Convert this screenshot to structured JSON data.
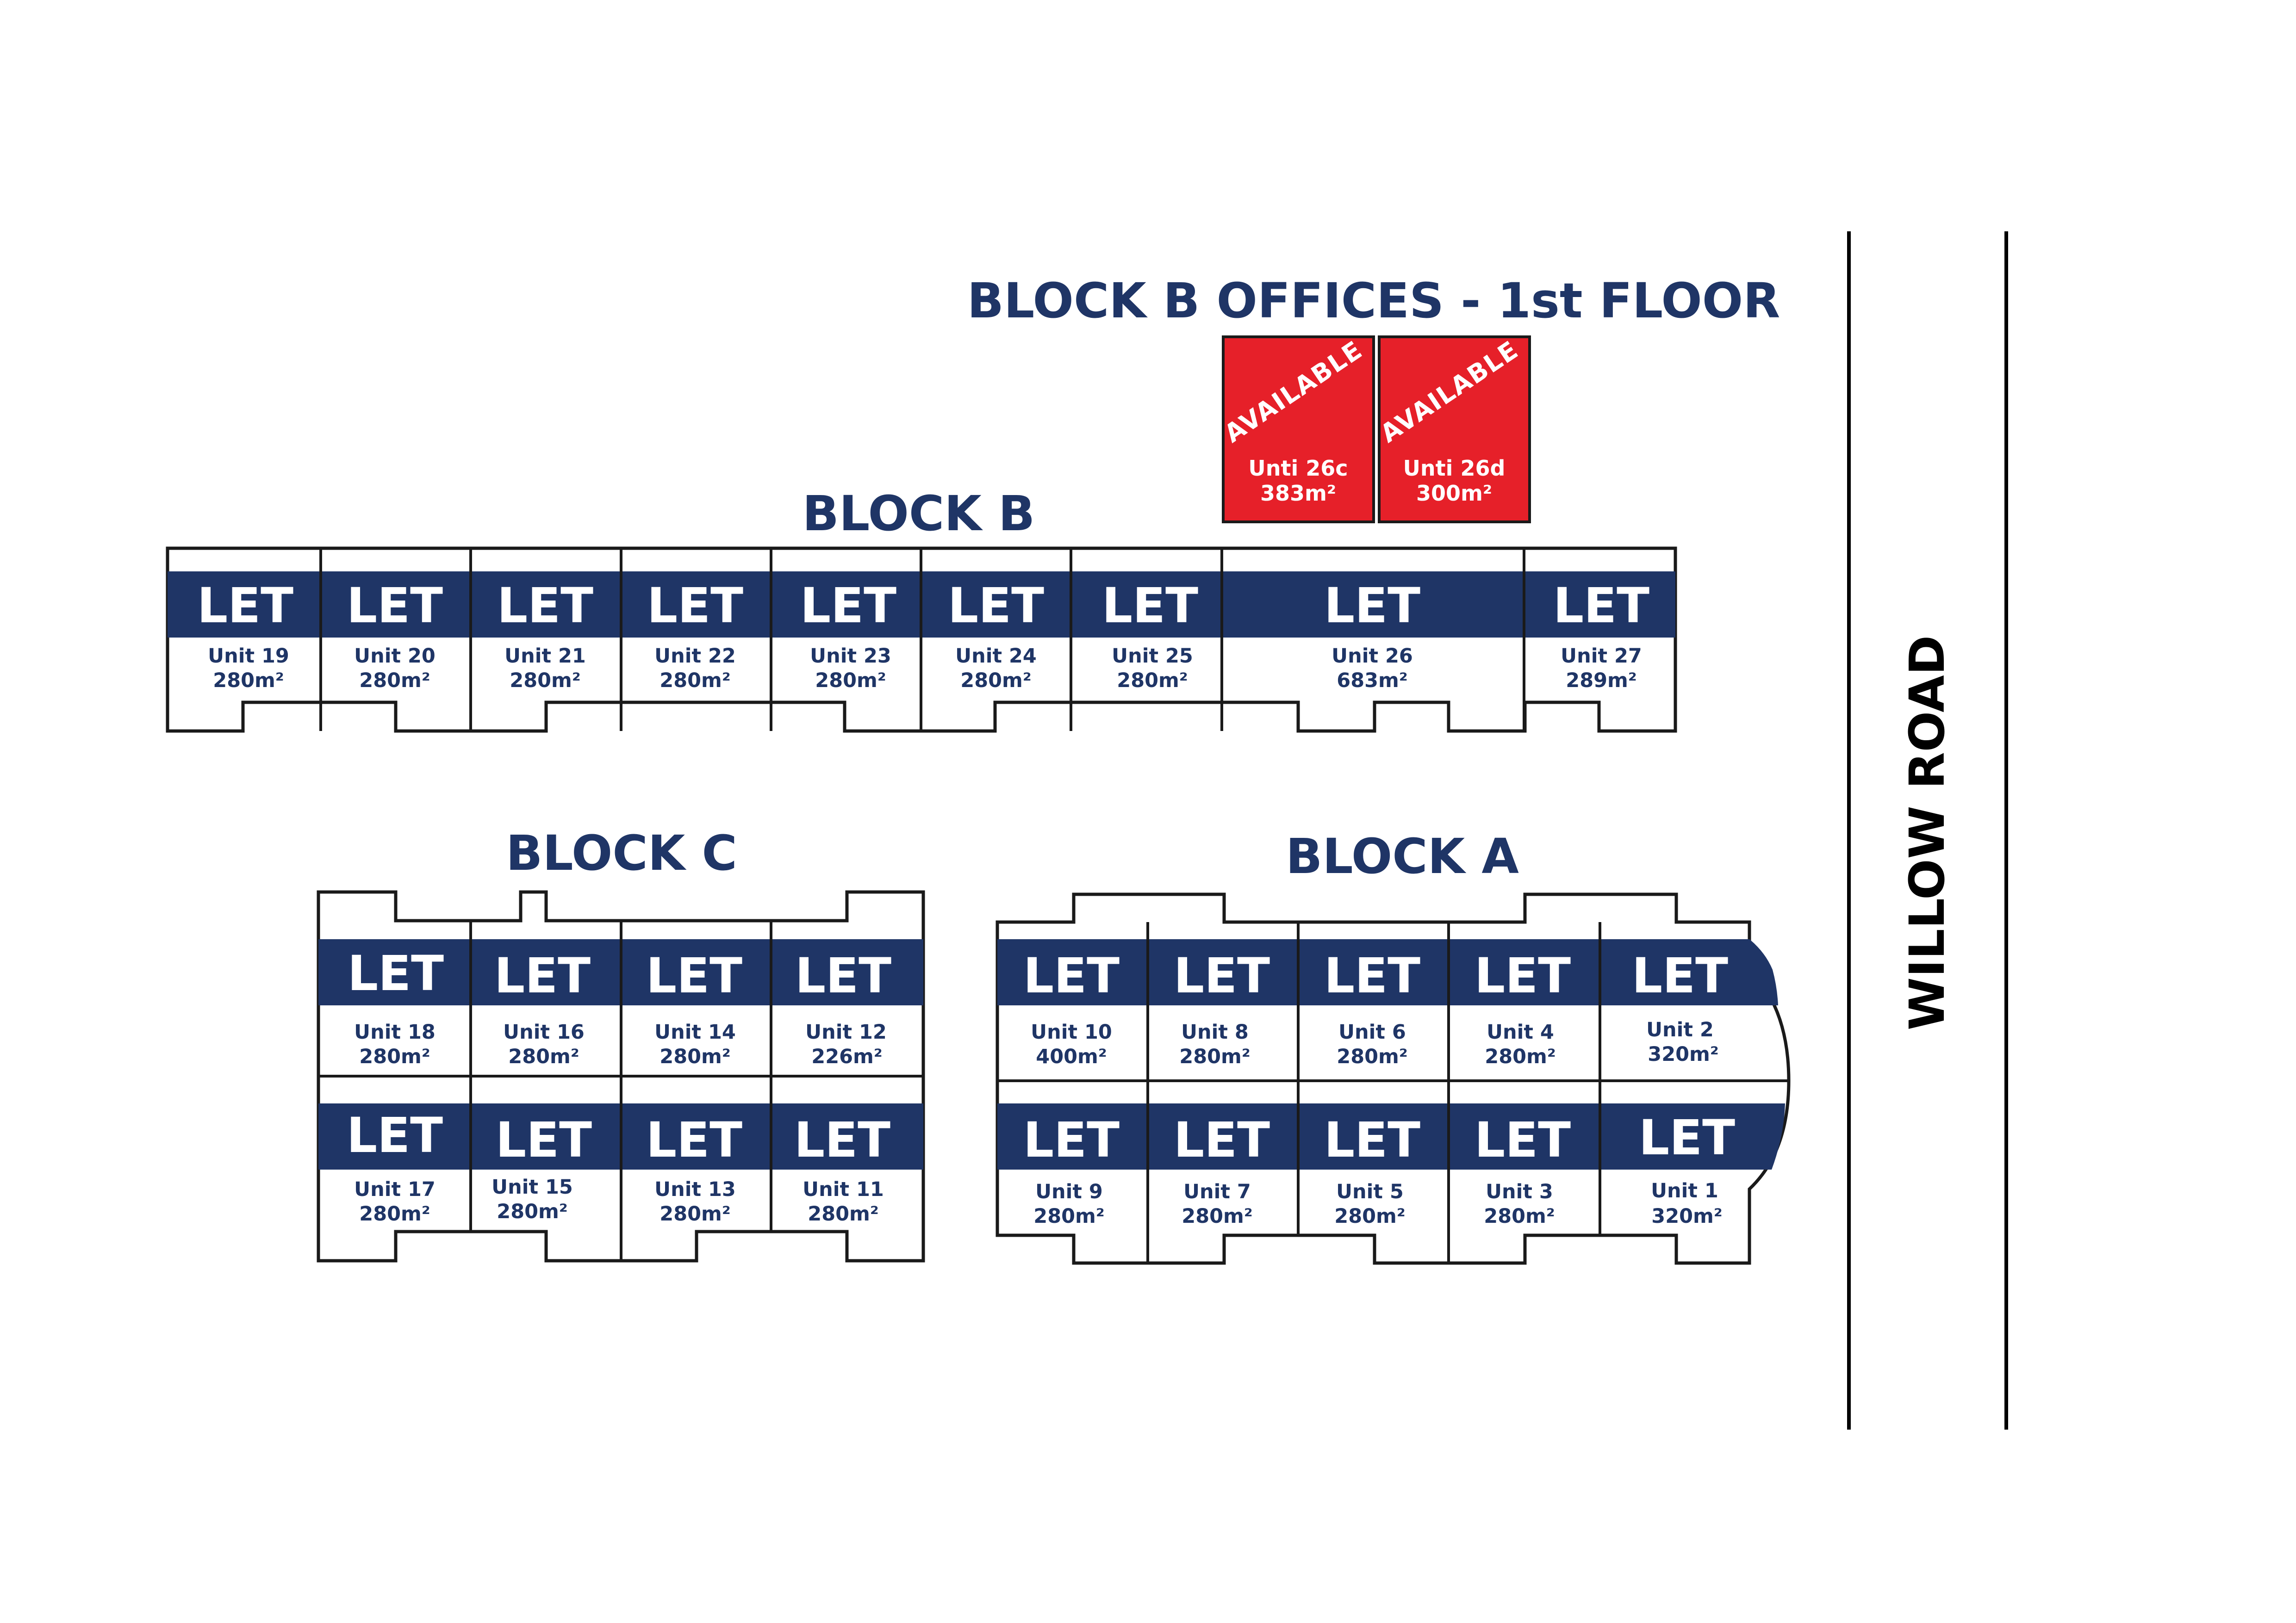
{
  "colors": {
    "navy": "#1f3566",
    "red": "#e62029",
    "outline": "#1a1a1a",
    "road": "#000000"
  },
  "titles": {
    "block_b_offices": "BLOCK B OFFICES - 1st FLOOR",
    "block_b": "BLOCK B",
    "block_c": "BLOCK C",
    "block_a": "BLOCK A"
  },
  "road": {
    "name": "WILLOW ROAD"
  },
  "offices": [
    {
      "status": "AVAILABLE",
      "name": "Unti 26c",
      "size": "383m²"
    },
    {
      "status": "AVAILABLE",
      "name": "Unti 26d",
      "size": "300m²"
    }
  ],
  "block_b": {
    "units": [
      {
        "status": "LET",
        "name": "Unit 19",
        "size": "280m²"
      },
      {
        "status": "LET",
        "name": "Unit 20",
        "size": "280m²"
      },
      {
        "status": "LET",
        "name": "Unit 21",
        "size": "280m²"
      },
      {
        "status": "LET",
        "name": "Unit 22",
        "size": "280m²"
      },
      {
        "status": "LET",
        "name": "Unit 23",
        "size": "280m²"
      },
      {
        "status": "LET",
        "name": "Unit 24",
        "size": "280m²"
      },
      {
        "status": "LET",
        "name": "Unit 25",
        "size": "280m²"
      },
      {
        "status": "LET",
        "name": "Unit 26",
        "size": "683m²"
      },
      {
        "status": "LET",
        "name": "Unit 27",
        "size": "289m²"
      }
    ]
  },
  "block_c": {
    "top_row": [
      {
        "status": "LET",
        "name": "Unit 18",
        "size": "280m²"
      },
      {
        "status": "LET",
        "name": "Unit 16",
        "size": "280m²"
      },
      {
        "status": "LET",
        "name": "Unit 14",
        "size": "280m²"
      },
      {
        "status": "LET",
        "name": "Unit 12",
        "size": "226m²"
      }
    ],
    "bottom_row": [
      {
        "status": "LET",
        "name": "Unit 17",
        "size": "280m²"
      },
      {
        "status": "LET",
        "name": "Unit 15",
        "size": "280m²"
      },
      {
        "status": "LET",
        "name": "Unit 13",
        "size": "280m²"
      },
      {
        "status": "LET",
        "name": "Unit 11",
        "size": "280m²"
      }
    ]
  },
  "block_a": {
    "top_row": [
      {
        "status": "LET",
        "name": "Unit 10",
        "size": "400m²"
      },
      {
        "status": "LET",
        "name": "Unit 8",
        "size": "280m²"
      },
      {
        "status": "LET",
        "name": "Unit 6",
        "size": "280m²"
      },
      {
        "status": "LET",
        "name": "Unit 4",
        "size": "280m²"
      },
      {
        "status": "LET",
        "name": "Unit 2",
        "size": "320m²"
      }
    ],
    "bottom_row": [
      {
        "status": "LET",
        "name": "Unit 9",
        "size": "280m²"
      },
      {
        "status": "LET",
        "name": "Unit 7",
        "size": "280m²"
      },
      {
        "status": "LET",
        "name": "Unit 5",
        "size": "280m²"
      },
      {
        "status": "LET",
        "name": "Unit 3",
        "size": "280m²"
      },
      {
        "status": "LET",
        "name": "Unit 1",
        "size": "320m²"
      }
    ]
  }
}
